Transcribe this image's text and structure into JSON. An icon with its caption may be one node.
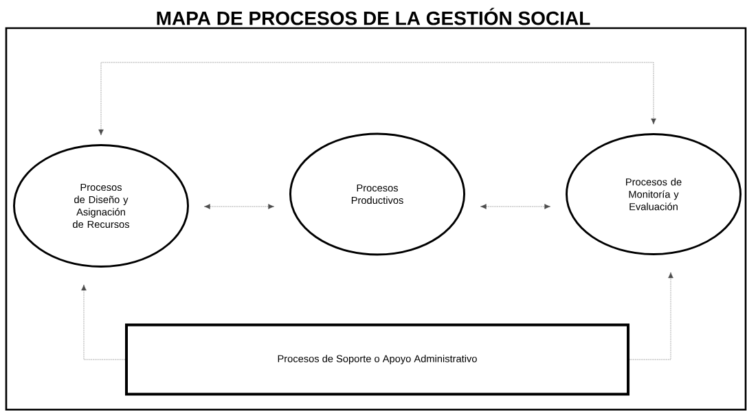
{
  "diagram": {
    "title": "MAPA DE PROCESOS DE LA GESTIÓN SOCIAL",
    "nodes": [
      {
        "text": [
          "Procesos de Diseño y Asignación de Recursos"
        ]
      },
      {
        "text": [
          "Procesos Productivos"
        ]
      },
      {
        "text": [
          "Procesos de Monitoría y Evaluación"
        ]
      },
      {
        "text": [
          "Procesos de Soporte o Apoyo Administrativo"
        ]
      }
    ],
    "edges": [
      {
        "from": 0,
        "to": 2,
        "arrow": "both",
        "style": "dashed"
      },
      {
        "from": 0,
        "to": 1,
        "arrow": "both",
        "style": "dashed"
      },
      {
        "from": 1,
        "to": 2,
        "arrow": "both",
        "style": "dashed"
      },
      {
        "from": 3,
        "to": 0,
        "arrow": "to",
        "style": "dashed"
      },
      {
        "from": 3,
        "to": 2,
        "arrow": "to",
        "style": "dashed"
      }
    ]
  }
}
